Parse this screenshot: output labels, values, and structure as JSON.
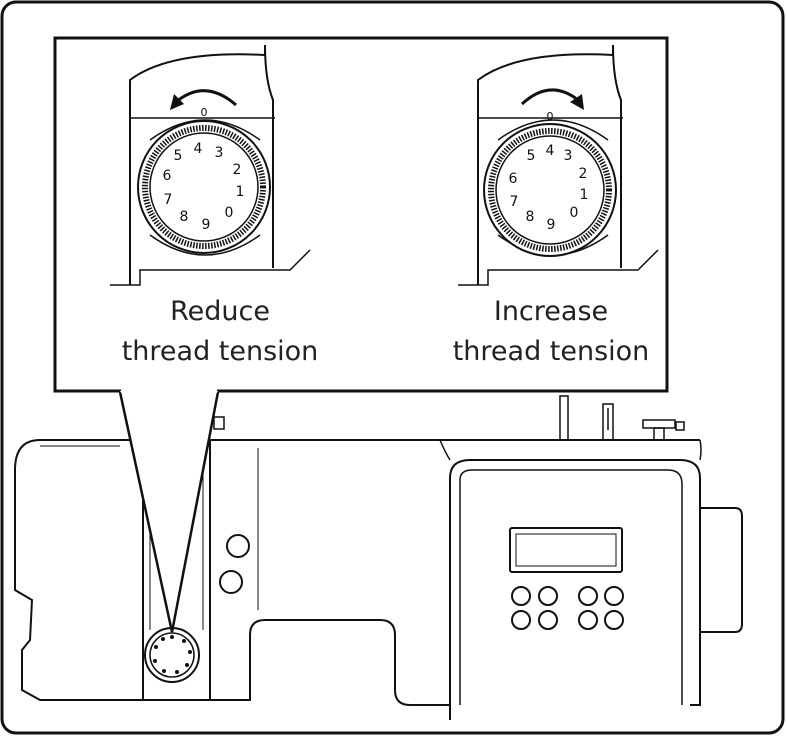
{
  "diagram": {
    "reduce": {
      "line1": "Reduce",
      "line2": "thread tension",
      "direction": "counterclockwise"
    },
    "increase": {
      "line1": "Increase",
      "line2": "thread tension",
      "direction": "clockwise"
    },
    "dial_zero_mark": "0",
    "dial_numbers": [
      "0",
      "1",
      "2",
      "3",
      "4",
      "5",
      "6",
      "7",
      "8",
      "9"
    ],
    "colors": {
      "line": "#111111",
      "background": "#ffffff",
      "text": "#222222"
    }
  }
}
